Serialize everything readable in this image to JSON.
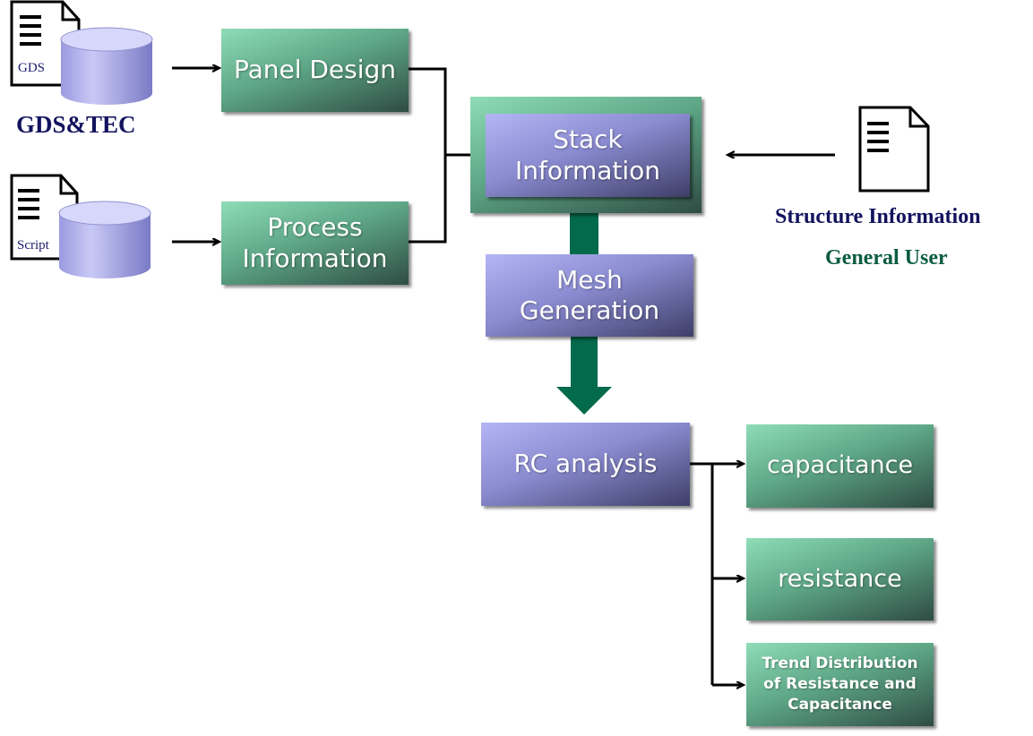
{
  "inputs": {
    "gds_doc_label": "GDS",
    "gds_caption": "GDS&TEC",
    "script_doc_label": "Script"
  },
  "nodes": {
    "panel_design": "Panel Design",
    "process_information": "Process Information",
    "stack_information": "Stack Information",
    "mesh_generation": "Mesh Generation",
    "rc_analysis": "RC analysis",
    "capacitance": "capacitance",
    "resistance": "resistance",
    "trend_distribution": "Trend Distribution of Resistance and Capacitance"
  },
  "right_input": {
    "structure_information": "Structure Information",
    "general_user": "General User"
  },
  "colors": {
    "green_box": "#5ea787",
    "purple_box": "#8a8bd0",
    "big_arrow": "#036b4b",
    "caption_navy": "#12125e",
    "caption_green": "#0b5c40"
  }
}
